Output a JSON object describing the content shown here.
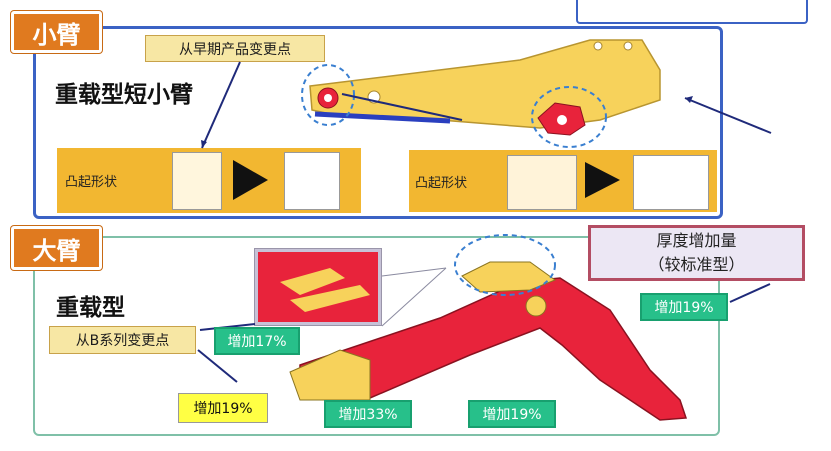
{
  "top": {
    "tab_label": "小臂",
    "source_tag": "从早期产品变更点",
    "title": "重载型短小臂",
    "shape_left": "凸起形状",
    "shape_right": "凸起形状"
  },
  "bottom": {
    "tab_label": "大臂",
    "source_tag": "从B系列变更点",
    "title": "重载型",
    "legend_line1": "厚度增加量",
    "legend_line2": "（较标准型）",
    "pct_17": "增加17%",
    "pct_19_right": "增加19%",
    "pct_19_left": "增加19%",
    "pct_33": "增加33%",
    "pct_19_bottom": "增加19%"
  },
  "colors": {
    "tab_orange": "#e07a1f",
    "panel_blue": "#3b62c4",
    "panel_green": "#7fc0a8",
    "arm_yellow": "#f7d25b",
    "boom_red": "#e8233b",
    "highlight_green": "#27c08a",
    "highlight_yellow": "#ffff44",
    "legend_border": "#b34d63"
  }
}
